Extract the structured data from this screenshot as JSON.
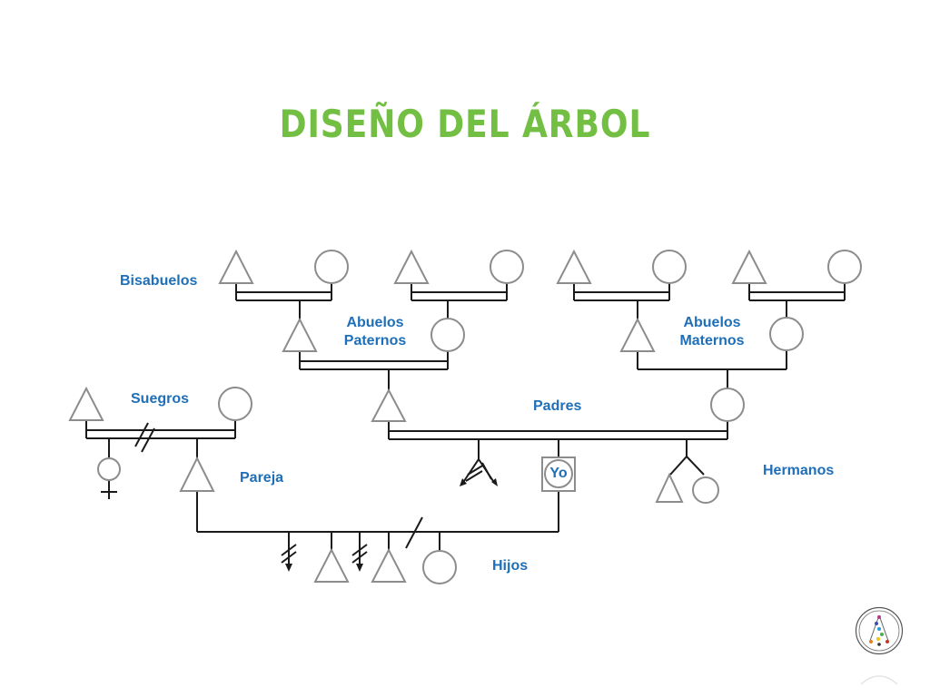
{
  "title": "DISEÑO DEL ÁRBOL",
  "labels": {
    "bisabuelos": "Bisabuelos",
    "abuelos_paternos_1": "Abuelos",
    "abuelos_paternos_2": "Paternos",
    "abuelos_maternos_1": "Abuelos",
    "abuelos_maternos_2": "Maternos",
    "suegros": "Suegros",
    "padres": "Padres",
    "pareja": "Pareja",
    "yo": "Yo",
    "hermanos": "Hermanos",
    "hijos": "Hijos"
  },
  "colors": {
    "title": "#72bf44",
    "label": "#1f6fb8",
    "symbol_stroke": "#8c8c8c",
    "line": "#1a1a1a"
  },
  "icons": {
    "male": "triangle",
    "female": "circle",
    "self": "square-frame",
    "logo": "circular-emblem"
  }
}
